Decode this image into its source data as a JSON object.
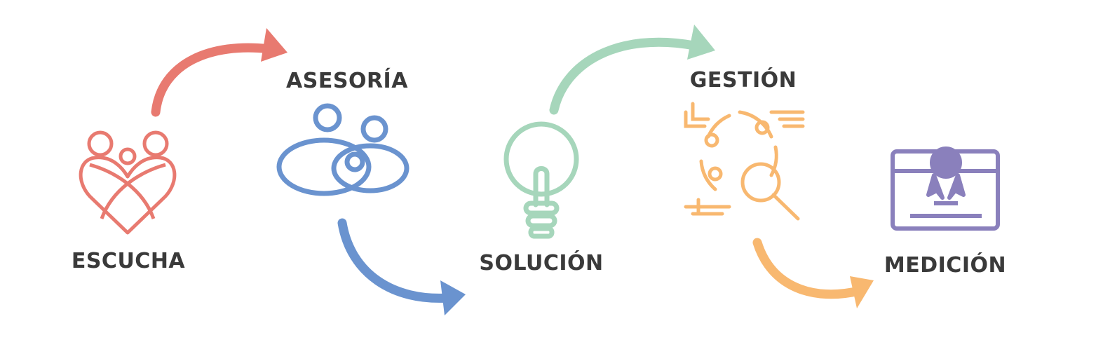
{
  "steps": [
    {
      "label": "ESCUCHA",
      "icon": "heart-family-icon",
      "color": "#E87A70"
    },
    {
      "label": "ASESORÍA",
      "icon": "people-advice-icon",
      "color": "#6A93CF"
    },
    {
      "label": "SOLUCIÓN",
      "icon": "lightbulb-icon",
      "color": "#A6D6BB"
    },
    {
      "label": "GESTIÓN",
      "icon": "gear-search-icon",
      "color": "#F8B870"
    },
    {
      "label": "MEDICIÓN",
      "icon": "certificate-award-icon",
      "color": "#8A80BC"
    }
  ],
  "text_color": "#3a3a3a"
}
